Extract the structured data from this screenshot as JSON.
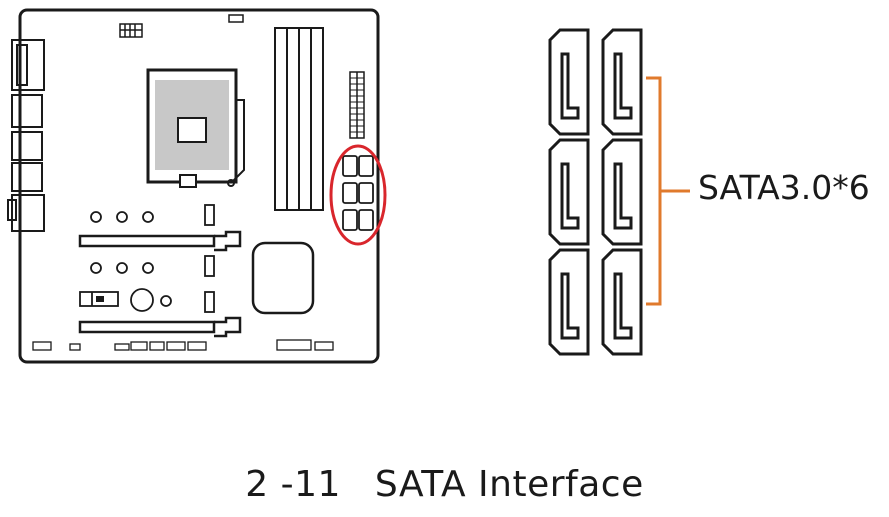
{
  "figure": {
    "callout_label": "SATA3.0*6",
    "caption_number": "2 -11",
    "caption_title": "SATA Interface"
  },
  "colors": {
    "outline": "#1a1a1a",
    "highlight_circle": "#d9262c",
    "bracket": "#e07a2c"
  },
  "sata": {
    "port_count": 6,
    "columns": 2,
    "rows": 3
  }
}
